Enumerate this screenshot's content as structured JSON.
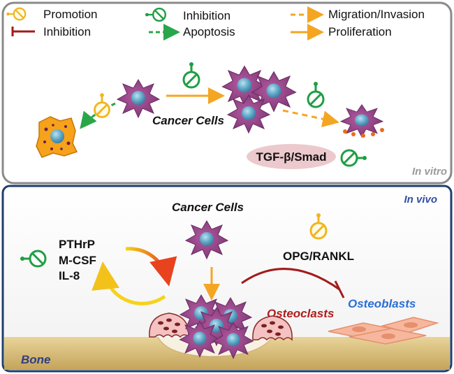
{
  "legend": {
    "promotion": "Promotion",
    "inhibition_symbol": "Inhibition",
    "migration_invasion": "Migration/Invasion",
    "inhibition_line": "Inhibition",
    "apoptosis": "Apoptosis",
    "proliferation": "Proliferation"
  },
  "in_vitro": {
    "label": "In vitro",
    "cancer_cells": "Cancer Cells",
    "pathway": "TGF-β/Smad"
  },
  "in_vivo": {
    "label": "In vivo",
    "cancer_cells": "Cancer Cells",
    "factors": [
      "PTHrP",
      "M-CSF",
      "IL-8"
    ],
    "opg_rankl": "OPG/RANKL",
    "osteoclasts": "Osteoclasts",
    "osteoblasts": "Osteoblasts",
    "bone": "Bone"
  },
  "colors": {
    "promotion": "#f2b51b",
    "inhibition_symbol": "#1f9e44",
    "inhibition_line": "#a31b1b",
    "migration": "#f4a623",
    "proliferation": "#f4a623",
    "apoptosis": "#2aa64a",
    "in_vitro_border": "#8a8a8a",
    "in_vivo_border": "#1f3e6e",
    "in_vivo_label": "#2f4fa0",
    "osteoclasts_label": "#b01c1c",
    "osteoblasts_label": "#2a6fd6",
    "bone_label": "#2f3f80",
    "in_vitro_label": "#9a9a9a"
  }
}
